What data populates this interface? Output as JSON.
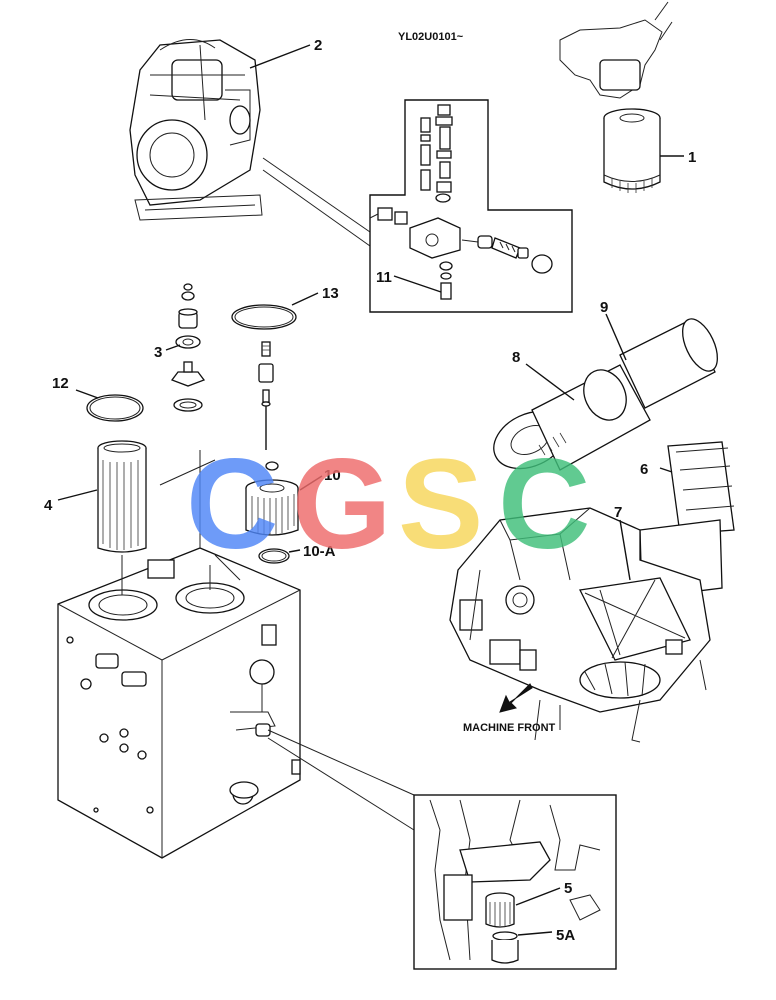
{
  "drawing_code": "YL02U0101~",
  "orientation_note": "MACHINE FRONT",
  "watermark": {
    "letters": [
      "C",
      "G",
      "S",
      "C"
    ],
    "colors": [
      "#4f86f7",
      "#ee6b6b",
      "#f7d65a",
      "#3fbf7a"
    ]
  },
  "callouts": [
    {
      "id": "label-1",
      "text": "1"
    },
    {
      "id": "label-2",
      "text": "2"
    },
    {
      "id": "label-3",
      "text": "3"
    },
    {
      "id": "label-4",
      "text": "4"
    },
    {
      "id": "label-5",
      "text": "5"
    },
    {
      "id": "label-5a",
      "text": "5A"
    },
    {
      "id": "label-6",
      "text": "6"
    },
    {
      "id": "label-7",
      "text": "7"
    },
    {
      "id": "label-8",
      "text": "8"
    },
    {
      "id": "label-9",
      "text": "9"
    },
    {
      "id": "label-10",
      "text": "10"
    },
    {
      "id": "label-10a",
      "text": "10-A"
    },
    {
      "id": "label-11",
      "text": "11"
    },
    {
      "id": "label-12",
      "text": "12"
    },
    {
      "id": "label-13",
      "text": "13"
    }
  ]
}
